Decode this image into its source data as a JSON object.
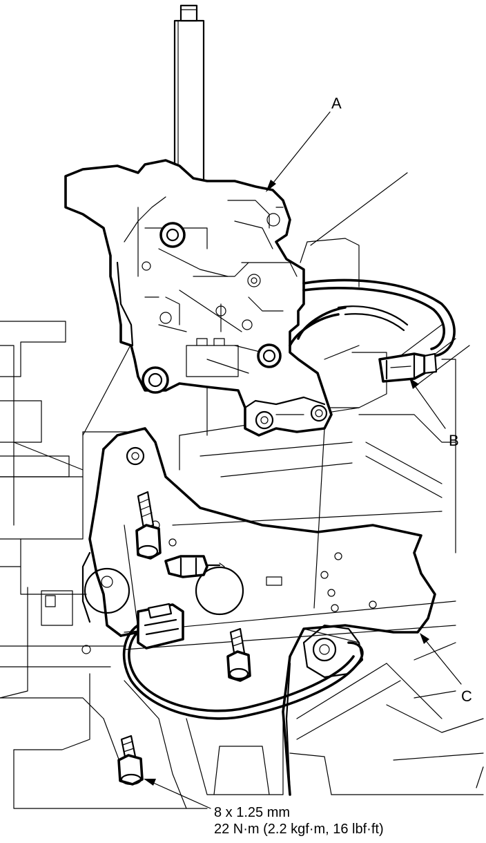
{
  "callouts": {
    "a": "A",
    "b": "B",
    "c": "C"
  },
  "bolt_spec": {
    "size": "8 x 1.25 mm",
    "torque": "22 N·m (2.2 kgf·m, 16 lbf·ft)"
  }
}
